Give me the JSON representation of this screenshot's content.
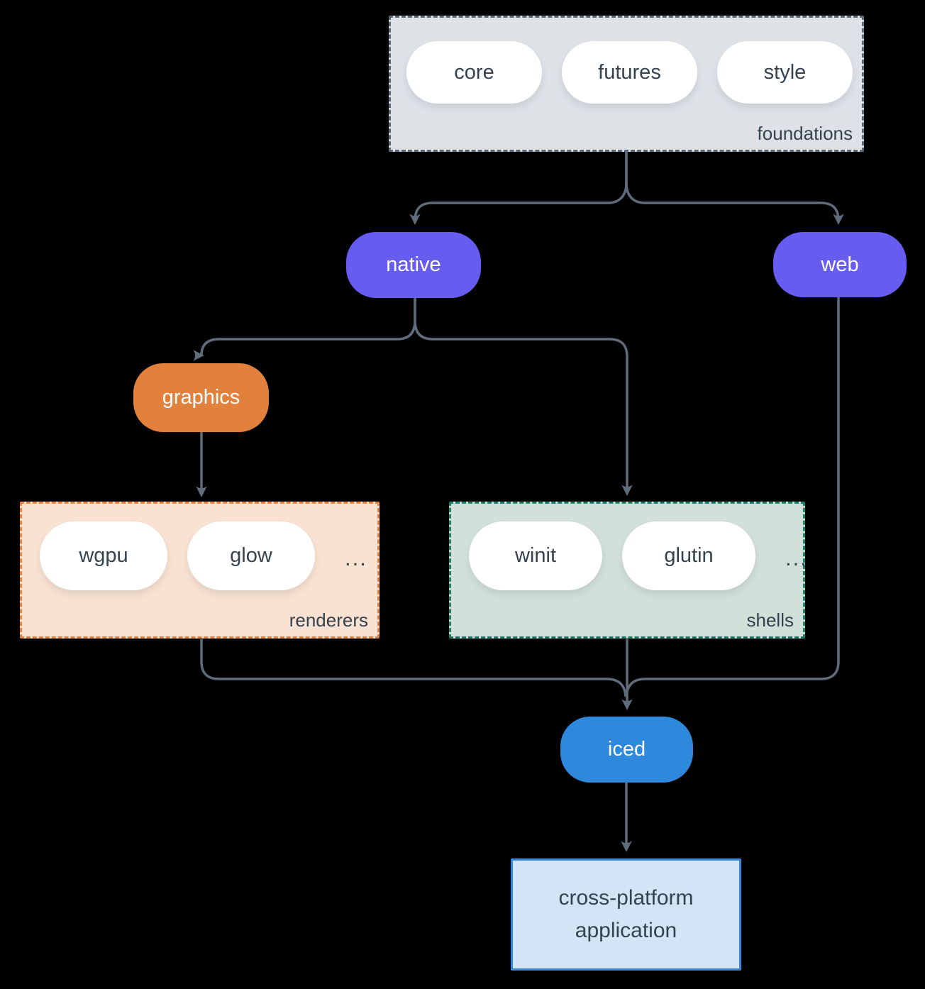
{
  "colors": {
    "background": "#000000",
    "connector": "#5F6C7B",
    "text_dark": "#35424F",
    "text_light": "#FFFFFF",
    "pill_white": "#FFFFFF",
    "purple": "#665CF0",
    "orange": "#E2813C",
    "blue": "#2E89DD",
    "foundations_fill": "#DEE2E7",
    "foundations_border": "#5B6977",
    "renderers_fill": "#F9E2D1",
    "renderers_border": "#E8833C",
    "shells_fill": "#D2E0DA",
    "shells_border": "#1B806B",
    "application_fill": "#D4E4F7",
    "application_border": "#3A86DA"
  },
  "diagram": {
    "foundations": {
      "label": "foundations",
      "pills": [
        "core",
        "futures",
        "style"
      ]
    },
    "native": {
      "label": "native"
    },
    "web": {
      "label": "web"
    },
    "graphics": {
      "label": "graphics"
    },
    "renderers": {
      "label": "renderers",
      "pills": [
        "wgpu",
        "glow"
      ],
      "ellipsis": "..."
    },
    "shells": {
      "label": "shells",
      "pills": [
        "winit",
        "glutin"
      ],
      "ellipsis": "..."
    },
    "iced": {
      "label": "iced"
    },
    "application": {
      "label": "cross-platform application"
    }
  }
}
